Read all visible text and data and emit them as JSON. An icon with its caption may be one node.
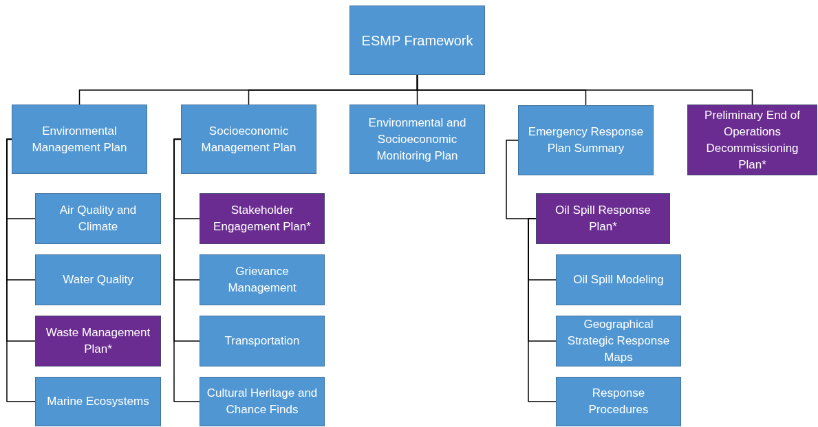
{
  "diagram": {
    "nodes": [
      {
        "text": [
          "ESMP Framework"
        ]
      },
      {
        "text": [
          "Environmental Management Plan"
        ]
      },
      {
        "text": [
          "Socioeconomic Management Plan"
        ]
      },
      {
        "text": [
          "Environmental and Socioeconomic Monitoring Plan"
        ]
      },
      {
        "text": [
          "Emergency Response Plan Summary"
        ]
      },
      {
        "text": [
          "Preliminary End of Operations Decommissioning Plan*"
        ]
      },
      {
        "text": [
          "Air Quality and Climate"
        ]
      },
      {
        "text": [
          "Water Quality"
        ]
      },
      {
        "text": [
          "Waste Management Plan*"
        ]
      },
      {
        "text": [
          "Marine Ecosystems"
        ]
      },
      {
        "text": [
          "Stakeholder Engagement Plan*"
        ]
      },
      {
        "text": [
          "Grievance Management"
        ]
      },
      {
        "text": [
          "Transportation"
        ]
      },
      {
        "text": [
          "Cultural Heritage and Chance Finds"
        ]
      },
      {
        "text": [
          "Oil Spill Response Plan*"
        ]
      },
      {
        "text": [
          "Oil Spill Modeling"
        ]
      },
      {
        "text": [
          "Geographical Strategic Response Maps"
        ]
      },
      {
        "text": [
          "Response Procedures"
        ]
      }
    ],
    "edges": [
      {
        "from": 0,
        "to": 1,
        "arrow": "none"
      },
      {
        "from": 0,
        "to": 2,
        "arrow": "none"
      },
      {
        "from": 0,
        "to": 3,
        "arrow": "none"
      },
      {
        "from": 0,
        "to": 4,
        "arrow": "none"
      },
      {
        "from": 0,
        "to": 5,
        "arrow": "none"
      },
      {
        "from": 1,
        "to": 6,
        "arrow": "none"
      },
      {
        "from": 1,
        "to": 7,
        "arrow": "none"
      },
      {
        "from": 1,
        "to": 8,
        "arrow": "none"
      },
      {
        "from": 1,
        "to": 9,
        "arrow": "none"
      },
      {
        "from": 2,
        "to": 10,
        "arrow": "none"
      },
      {
        "from": 2,
        "to": 11,
        "arrow": "none"
      },
      {
        "from": 2,
        "to": 12,
        "arrow": "none"
      },
      {
        "from": 2,
        "to": 13,
        "arrow": "none"
      },
      {
        "from": 4,
        "to": 14,
        "arrow": "none"
      },
      {
        "from": 14,
        "to": 15,
        "arrow": "none"
      },
      {
        "from": 14,
        "to": 16,
        "arrow": "none"
      },
      {
        "from": 14,
        "to": 17,
        "arrow": "none"
      }
    ]
  }
}
